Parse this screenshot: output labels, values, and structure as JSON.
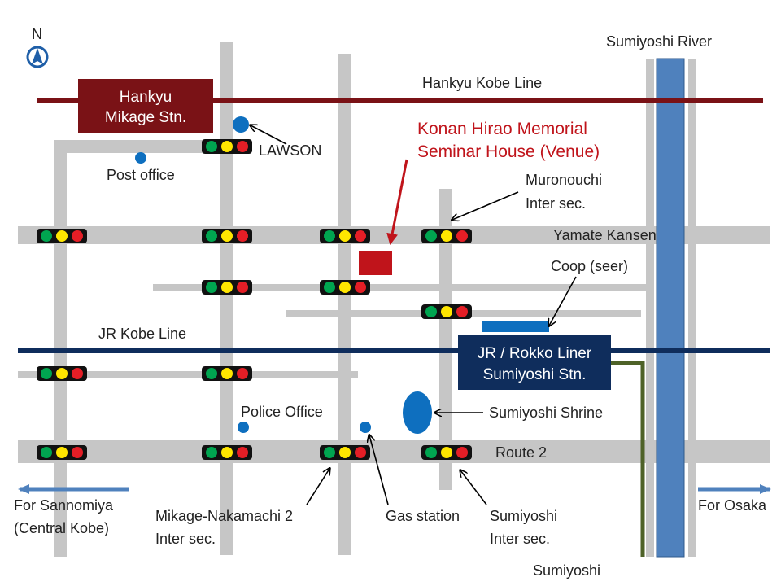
{
  "compass": {
    "letter": "N",
    "icon": "north-arrow-icon"
  },
  "colors": {
    "road": "#c6c6c6",
    "hankyu_line": "#7a1216",
    "jr_line": "#0f2d5c",
    "river": "#4f81bd",
    "rokko_liner": "#4e6228",
    "venue": "#c0141b",
    "station_box_hankyu": "#7a1216",
    "station_box_jr": "#0f2d5c",
    "poi": "#0e6fbf",
    "signal_green": "#00a550",
    "signal_yellow": "#ffe600",
    "signal_red": "#e41e26"
  },
  "labels": {
    "river": "Sumiyoshi River",
    "hankyu_line": "Hankyu Kobe Line",
    "hankyu_station_line1": "Hankyu",
    "hankyu_station_line2": "Mikage Stn.",
    "lawson": "LAWSON",
    "post_office": "Post office",
    "venue_line1": "Konan Hirao Memorial",
    "venue_line2": "Seminar House (Venue)",
    "muronouchi_line1": "Muronouchi",
    "muronouchi_line2": "Inter sec.",
    "yamate": "Yamate Kansen",
    "coop": "Coop (seer)",
    "jr_line": "JR Kobe Line",
    "jr_station_line1": "JR / Rokko Liner",
    "jr_station_line2": "Sumiyoshi Stn.",
    "police": "Police Office",
    "shrine": "Sumiyoshi Shrine",
    "route2": "Route 2",
    "sannomiya_line1": "For Sannomiya",
    "sannomiya_line2": "(Central Kobe)",
    "nakamachi_line1": "Mikage-Nakamachi 2",
    "nakamachi_line2": "Inter sec.",
    "gas": "Gas station",
    "sumiyoshi_inter_line1": "Sumiyoshi",
    "sumiyoshi_inter_line2": "Inter sec.",
    "osaka": "For Osaka",
    "sumiyoshi_bottom": "Sumiyoshi"
  }
}
